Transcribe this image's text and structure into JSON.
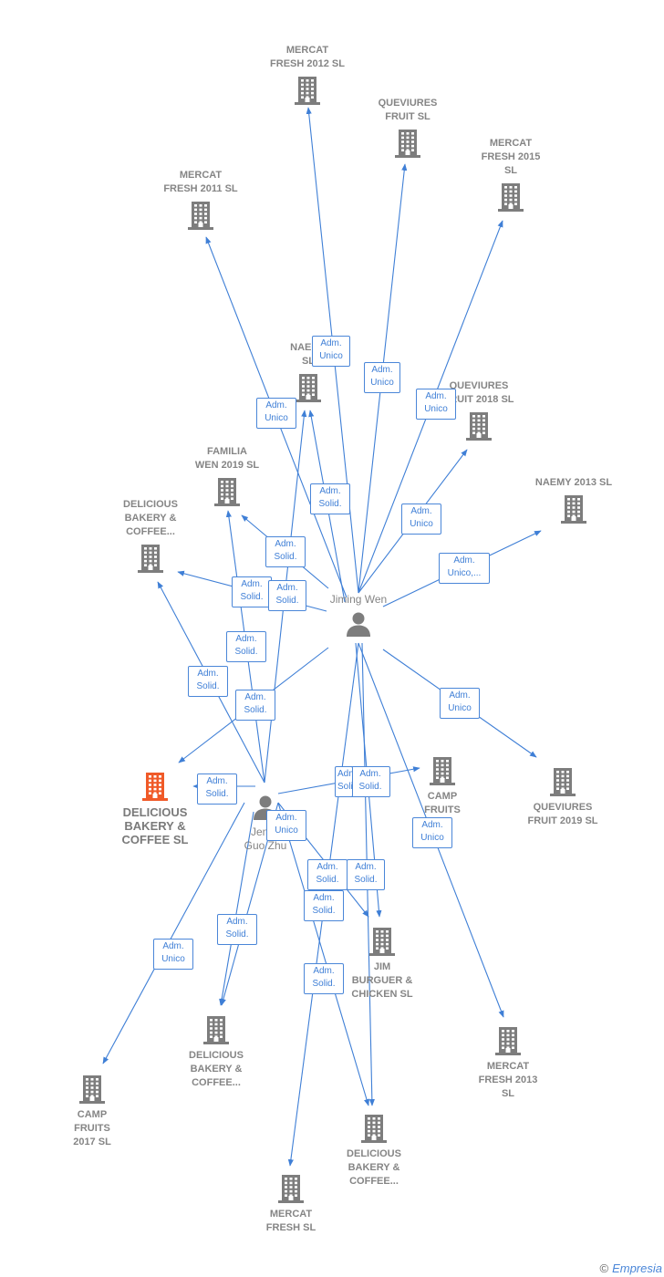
{
  "companies": [
    {
      "id": "mercat_2012",
      "label": "MERCAT\nFRESH 2012 SL"
    },
    {
      "id": "queviures_fruit",
      "label": "QUEVIURES\nFRUIT  SL"
    },
    {
      "id": "mercat_2015",
      "label": "MERCAT\nFRESH 2015\nSL"
    },
    {
      "id": "mercat_2011",
      "label": "MERCAT\nFRESH 2011 SL"
    },
    {
      "id": "naemy",
      "label": "NAEMY\nSL"
    },
    {
      "id": "queviures_2018",
      "label": "QUEVIURES\nFRUIT 2018  SL"
    },
    {
      "id": "familia_wen",
      "label": "FAMILIA\nWEN 2019  SL"
    },
    {
      "id": "naemy_2013",
      "label": "NAEMY 2013 SL"
    },
    {
      "id": "delicious_left",
      "label": "DELICIOUS\nBAKERY &\nCOFFEE..."
    },
    {
      "id": "delicious_main",
      "label": "DELICIOUS\nBAKERY &\nCOFFEE  SL",
      "main": true
    },
    {
      "id": "camp_fruits",
      "label": "CAMP\nFRUITS\nSL"
    },
    {
      "id": "queviures_2019",
      "label": "QUEVIURES\nFRUIT 2019  SL"
    },
    {
      "id": "jim_burguer",
      "label": "JIM\nBURGUER &\nCHICKEN  SL"
    },
    {
      "id": "delicious_b1",
      "label": "DELICIOUS\nBAKERY &\nCOFFEE..."
    },
    {
      "id": "mercat_2013",
      "label": "MERCAT\nFRESH 2013\nSL"
    },
    {
      "id": "camp_2017",
      "label": "CAMP\nFRUITS\n2017  SL"
    },
    {
      "id": "delicious_b2",
      "label": "DELICIOUS\nBAKERY &\nCOFFEE..."
    },
    {
      "id": "mercat_fresh",
      "label": "MERCAT\nFRESH SL"
    }
  ],
  "persons": [
    {
      "id": "jiming",
      "label": "Jiming Wen"
    },
    {
      "id": "jenny",
      "label": "Jenny\nGuo Zhu"
    }
  ],
  "edge_labels": [
    {
      "id": "e1",
      "text": "Adm.\nUnico"
    },
    {
      "id": "e2",
      "text": "Adm.\nUnico"
    },
    {
      "id": "e3",
      "text": "Adm.\nUnico"
    },
    {
      "id": "e4",
      "text": "Adm.\nUnico"
    },
    {
      "id": "e5",
      "text": "Adm.\nSolid."
    },
    {
      "id": "e6",
      "text": "Adm.\nUnico"
    },
    {
      "id": "e7",
      "text": "Adm.\nSolid."
    },
    {
      "id": "e8",
      "text": "Adm.\nUnico,..."
    },
    {
      "id": "e9",
      "text": "Adm.\nSolid."
    },
    {
      "id": "e10",
      "text": "Adm.\nSolid."
    },
    {
      "id": "e11",
      "text": "Adm.\nSolid."
    },
    {
      "id": "e12",
      "text": "Adm.\nSolid."
    },
    {
      "id": "e13",
      "text": "Adm.\nSolid."
    },
    {
      "id": "e14",
      "text": "Adm.\nUnico"
    },
    {
      "id": "e15",
      "text": "Adm.\nSolid."
    },
    {
      "id": "e16",
      "text": "Adm.\nUnico"
    },
    {
      "id": "e17",
      "text": "Adm.\nSolid."
    },
    {
      "id": "e18",
      "text": "Adm.\nUnico"
    },
    {
      "id": "e19",
      "text": "Adm.\nSolid."
    },
    {
      "id": "e20",
      "text": "Adm.\nSolid."
    },
    {
      "id": "e21",
      "text": "Adm.\nSolid."
    },
    {
      "id": "e22",
      "text": "Adm.\nSolid."
    },
    {
      "id": "e23",
      "text": "Adm.\nSolid."
    },
    {
      "id": "e24",
      "text": "Adm.\nUnico"
    },
    {
      "id": "e25",
      "text": "Adm.\nSolid."
    }
  ],
  "colors": {
    "edge": "#3f7fd6",
    "building": "#7d7d7d",
    "building_main": "#f05a28",
    "person": "#7d7d7d"
  },
  "footer": {
    "copyright": "©",
    "brand": "Empresia"
  }
}
